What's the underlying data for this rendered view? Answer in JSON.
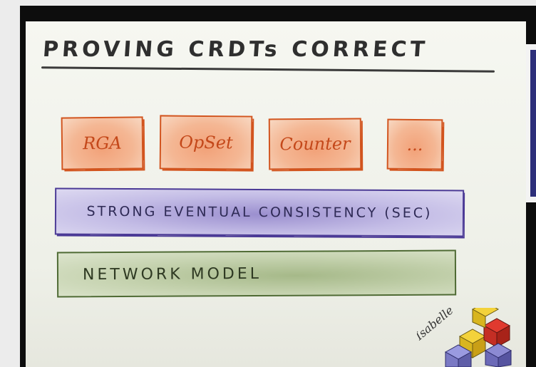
{
  "slide": {
    "title": "PROVING CRDTs CORRECT",
    "row1": [
      "RGA",
      "OpSet",
      "Counter",
      "..."
    ],
    "sec_label": "STRONG EVENTUAL CONSISTENCY (SEC)",
    "network_label": "NETWORK MODEL",
    "logo_text": "Isabelle"
  },
  "colors": {
    "orange": "#d2541e",
    "purple": "#4b3a96",
    "green": "#4e6a33",
    "side_bar": "#2d2f7a"
  },
  "icons": [
    "isabelle-logo-icon"
  ]
}
